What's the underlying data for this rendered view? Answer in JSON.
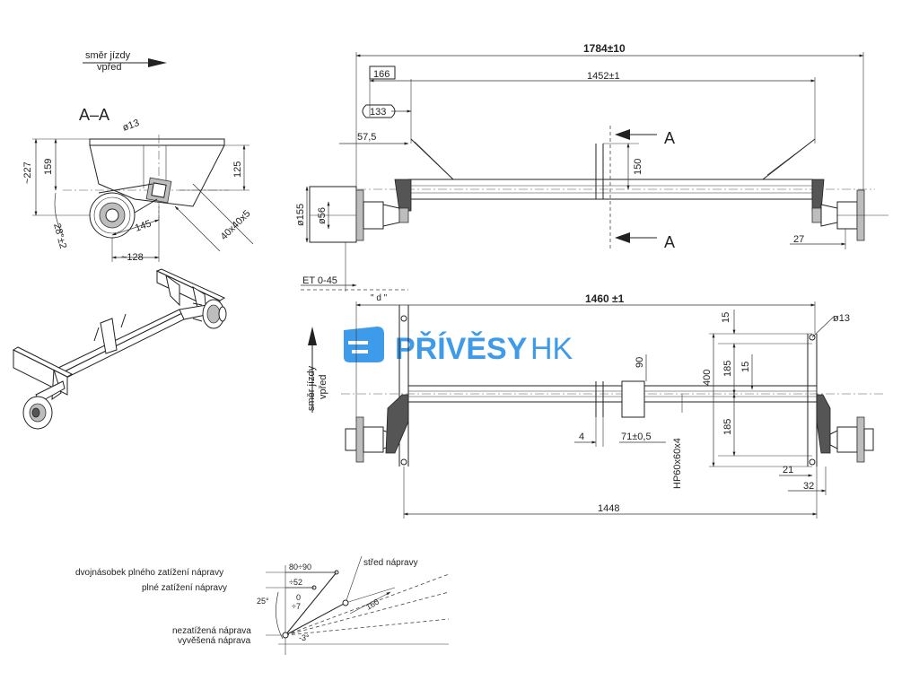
{
  "header": {
    "travel_direction": [
      "směr jízdy",
      "vpřed"
    ],
    "section_label": "A–A"
  },
  "section_view": {
    "dims": {
      "d13": "ø13",
      "h227": "~227",
      "h159": "159",
      "h125": "125",
      "a28": "28°±2",
      "h145": "145",
      "w128": "~128",
      "sq40": "40x40x5"
    }
  },
  "top_view": {
    "dims": {
      "overall": "1784±10",
      "box166": "166",
      "d1452": "1452±1",
      "box133": "133",
      "d57": "57,5",
      "d150": "150",
      "d155": "ø155",
      "d56": "ø56",
      "d27": "27",
      "et": "ET 0-45",
      "d_quote": "\" d \""
    },
    "section_markers": [
      "A",
      "A"
    ]
  },
  "bottom_view": {
    "travel_direction": [
      "směr jízdy",
      "vpřed"
    ],
    "dims": {
      "d1460": "1460 ±1",
      "d15a": "15",
      "d13": "ø13",
      "d185a": "185",
      "d15b": "15",
      "d90": "90",
      "d400": "400",
      "d185b": "185",
      "d4": "4",
      "d71": "71±0,5",
      "profile": "HP60x60x4",
      "d21": "21",
      "d32": "32",
      "d1448": "1448"
    }
  },
  "load_diagram": {
    "labels": {
      "double_load": "dvojnásobek plného zatížení nápravy",
      "full_load": "plné zatížení nápravy",
      "axle_center": "střed nápravy",
      "unloaded": "nezatížená náprava",
      "suspended": "vyvěšená náprava"
    },
    "dims": {
      "d8090": "80÷90",
      "d52": "÷52",
      "d0": "0",
      "d7": "÷7",
      "a25": "25°",
      "d160": "160",
      "am3": "-3°"
    }
  },
  "watermark": {
    "brand_bold": "PŘÍVĚSY",
    "brand_light": "HK",
    "color": "#3d9be9"
  }
}
